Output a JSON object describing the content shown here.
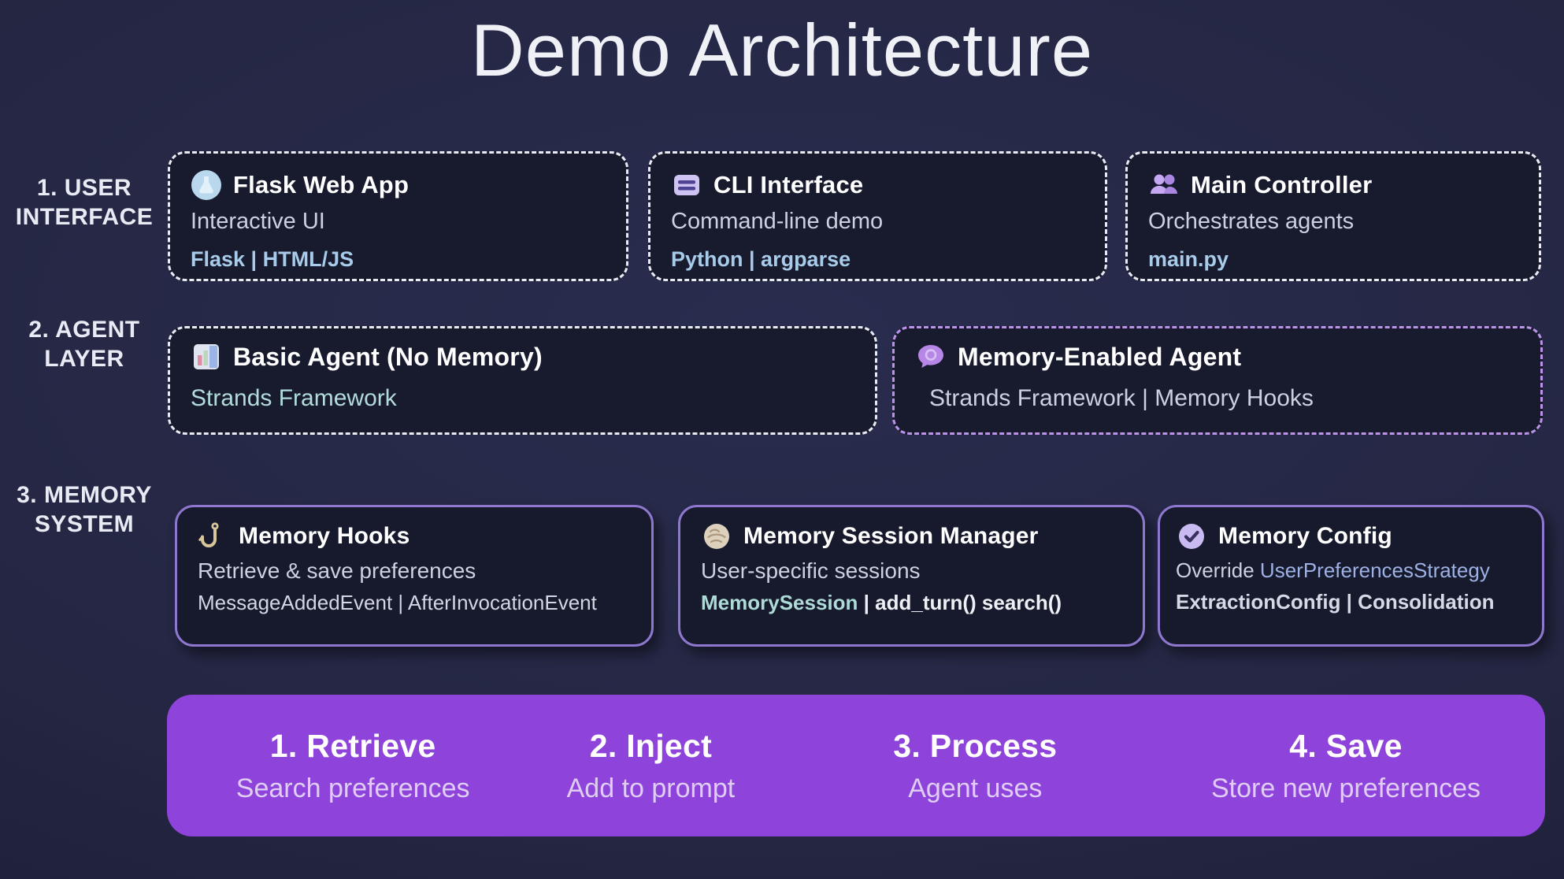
{
  "title": "Demo Architecture",
  "layers": [
    {
      "label": [
        "1. USER",
        "INTERFACE"
      ],
      "boxes": [
        {
          "icon": "flask-web-app-icon",
          "title": "Flask Web App",
          "subtitle": "Interactive UI",
          "tech": "Flask | HTML/JS"
        },
        {
          "icon": "cli-interface-icon",
          "title": "CLI Interface",
          "subtitle": "Command-line demo",
          "tech": "Python | argparse"
        },
        {
          "icon": "main-controller-icon",
          "title": "Main Controller",
          "subtitle": "Orchestrates agents",
          "tech": "main.py"
        }
      ]
    },
    {
      "label": [
        "2. AGENT",
        "LAYER"
      ],
      "boxes": [
        {
          "icon": "basic-agent-icon",
          "title": "Basic Agent (No Memory)",
          "subtitle": "Strands Framework"
        },
        {
          "icon": "memory-agent-icon",
          "title": "Memory-Enabled Agent",
          "subtitle": "Strands Framework | Memory Hooks"
        }
      ]
    },
    {
      "label": [
        "3. MEMORY",
        "SYSTEM"
      ],
      "boxes": [
        {
          "icon": "memory-hooks-icon",
          "title": "Memory Hooks",
          "subtitle": "Retrieve & save preferences",
          "tech": "MessageAddedEvent | AfterInvocationEvent"
        },
        {
          "icon": "session-manager-icon",
          "title": "Memory Session Manager",
          "subtitle": "User-specific sessions",
          "tech_code": "MemorySession ",
          "tech_rest": "| add_turn() search()"
        },
        {
          "icon": "memory-config-icon",
          "title": "Memory Config",
          "subtitle_prefix": "Override ",
          "subtitle_code": "UserPreferencesStrategy",
          "tech": "ExtractionConfig | Consolidation"
        }
      ]
    }
  ],
  "flow": {
    "steps": [
      {
        "title": "1. Retrieve",
        "subtitle": "Search preferences"
      },
      {
        "title": "2. Inject",
        "subtitle": "Add to prompt"
      },
      {
        "title": "3. Process",
        "subtitle": "Agent uses"
      },
      {
        "title": "4. Save",
        "subtitle": "Store new preferences"
      }
    ]
  },
  "colors": {
    "background": "#242642",
    "card_background": "#181a2e",
    "border_white": "#e9ebf3",
    "border_purple_dashed": "#bb93e9",
    "border_purple_solid": "#8d77cf",
    "flow_bar_purple": "#8e44da",
    "tech_blue": "#a7cbe8",
    "tech_teal": "#b2dcdc"
  }
}
